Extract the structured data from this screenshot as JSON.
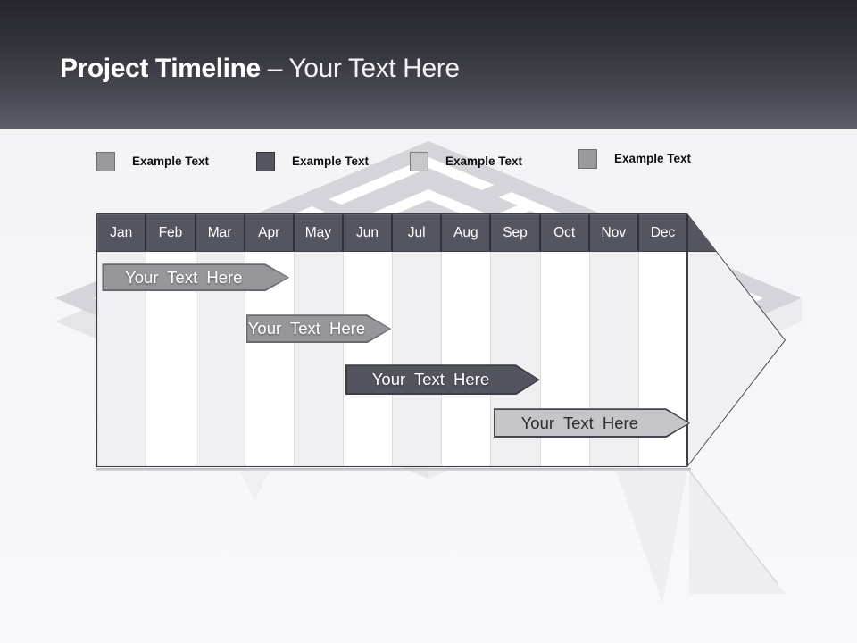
{
  "header": {
    "title_bold": "Project Timeline",
    "title_light": "– Your Text Here"
  },
  "legend": {
    "items": [
      {
        "label": "Example Text",
        "swatch_color": "#9a9a9e",
        "swatch_border": "#6e6e74"
      },
      {
        "label": "Example Text",
        "swatch_color": "#55555f",
        "swatch_border": "#33333b"
      },
      {
        "label": "Example Text",
        "swatch_color": "#c7c7ca",
        "swatch_border": "#7a7a80"
      },
      {
        "label": "Example Text",
        "swatch_color": "#9a9a9e",
        "swatch_border": "#6e6e74"
      }
    ]
  },
  "timeline": {
    "months": [
      "Jan",
      "Feb",
      "Mar",
      "Apr",
      "May",
      "Jun",
      "Jul",
      "Aug",
      "Sep",
      "Oct",
      "Nov",
      "Dec"
    ],
    "bars": [
      {
        "label": "Your Text Here",
        "start_month": 0.06,
        "end_month": 3.86,
        "fill": "#97979b",
        "border": "#68686e",
        "text_color": "#ffffff"
      },
      {
        "label": "Your Text Here",
        "start_month": 2.98,
        "end_month": 5.93,
        "fill": "#97979b",
        "border": "#68686e",
        "text_color": "#ffffff"
      },
      {
        "label": "Your Text Here",
        "start_month": 5.0,
        "end_month": 8.95,
        "fill": "#54545e",
        "border": "#3d3d46",
        "text_color": "#ffffff"
      },
      {
        "label": "Your Text Here",
        "start_month": 8.0,
        "end_month": 12.0,
        "fill": "#c6c6c9",
        "border": "#45454d",
        "text_color": "#2c2c33"
      }
    ],
    "month_header_bg": "#55555f",
    "stripe_color": "#efeff1",
    "arrow_outline": "#3c3c45"
  },
  "colors": {
    "band_top": "#26262c",
    "band_bottom": "#5e5e68",
    "canvas_bg": "#f6f6f8",
    "maze_wall": "#d4d4da"
  }
}
